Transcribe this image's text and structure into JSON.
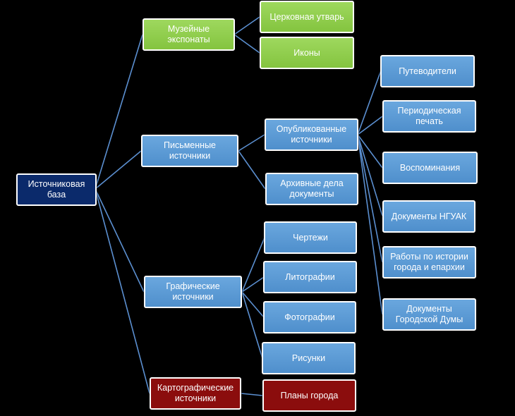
{
  "colors": {
    "connector": "#5b8fd0",
    "root": "#0b2a6b",
    "blue": "#5b9bd5",
    "green": "#92d050",
    "red": "#8b0d0d",
    "border": "#ffffff"
  },
  "nodes": {
    "root": "Источниковая\nбаза",
    "museum": "Музейные\nэкспонаты",
    "church": "Церковная утварь",
    "icons": "Иконы",
    "written": "Письменные\nисточники",
    "published": "Опубликованные\nисточники",
    "archive": "Архивные дела\nдокументы",
    "guides": "Путеводители",
    "periodicals": "Периодическая\nпечать",
    "memoirs": "Воспоминания",
    "nguak": "Документы НГУАК",
    "works": "Работы по истории\nгорода и епархии",
    "duma": "Документы\nГородской Думы",
    "graphic": "Графические\nисточники",
    "drawings": "Чертежи",
    "lithographs": "Литографии",
    "photos": "Фотографии",
    "pictures": "Рисунки",
    "cartographic": "Картографические\nисточники",
    "plans": "Планы города"
  }
}
